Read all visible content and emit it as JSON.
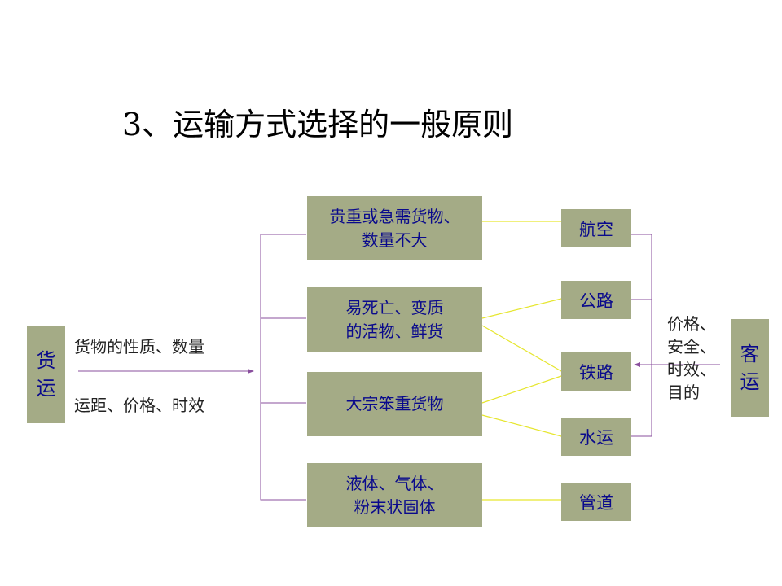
{
  "title": "3、运输方式选择的一般原则",
  "freight": "货运",
  "passenger": "客运",
  "freight_factors": [
    "货物的性质、数量",
    "运距、价格、时效"
  ],
  "passenger_factors": [
    "价格、",
    "安全、",
    "时效、",
    "目的"
  ],
  "categories": [
    [
      "贵重或急需货物、",
      "数量不大"
    ],
    [
      "易死亡、变质",
      "的活物、鲜货"
    ],
    [
      "大宗笨重货物"
    ],
    [
      "液体、气体、",
      "粉末状固体"
    ]
  ],
  "modes": [
    "航空",
    "公路",
    "铁路",
    "水运",
    "管道"
  ],
  "colors": {
    "box": "#a4ab86",
    "box_text": "#0a0a8c",
    "bracket": "#8a4f9e",
    "connector": "#e6e62e"
  }
}
